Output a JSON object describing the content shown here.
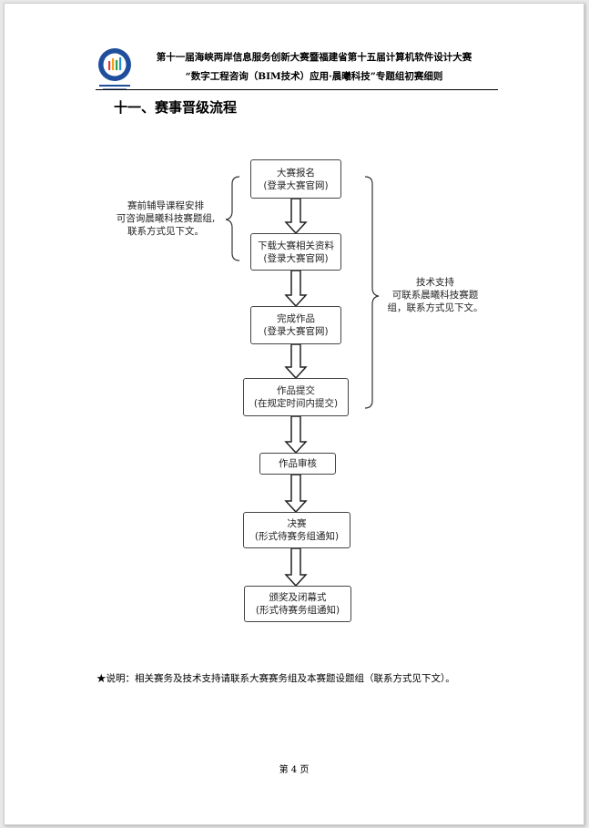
{
  "header": {
    "line1": "第十一届海峡两岸信息服务创新大赛暨福建省第十五届计算机软件设计大赛",
    "line2": "“数字工程咨询（BIM技术）应用·晨曦科技”专题组初赛细则"
  },
  "section_title": "十一、赛事晋级流程",
  "flow": {
    "steps": [
      {
        "line1": "大赛报名",
        "line2": "(登录大赛官网)"
      },
      {
        "line1": "下载大赛相关资料",
        "line2": "(登录大赛官网)"
      },
      {
        "line1": "完成作品",
        "line2": "(登录大赛官网)"
      },
      {
        "line1": "作品提交",
        "line2": "(在规定时间内提交)"
      },
      {
        "line1": "作品审核",
        "line2": ""
      },
      {
        "line1": "决赛",
        "line2": "(形式待赛务组通知)"
      },
      {
        "line1": "颁奖及闭幕式",
        "line2": "(形式待赛务组通知)"
      }
    ],
    "left_note": [
      "赛前辅导课程安排",
      "可咨询晨曦科技赛题组,",
      "联系方式见下文。"
    ],
    "right_note": [
      "技术支持",
      "可联系晨曦科技赛题",
      "组，联系方式见下文。"
    ]
  },
  "note": "★说明：相关赛务及技术支持请联系大赛赛务组及本赛题设题组（联系方式见下文）。",
  "footer": {
    "page": "第 4 页"
  },
  "colors": {
    "border": "#444444",
    "arrow": "#222222"
  }
}
